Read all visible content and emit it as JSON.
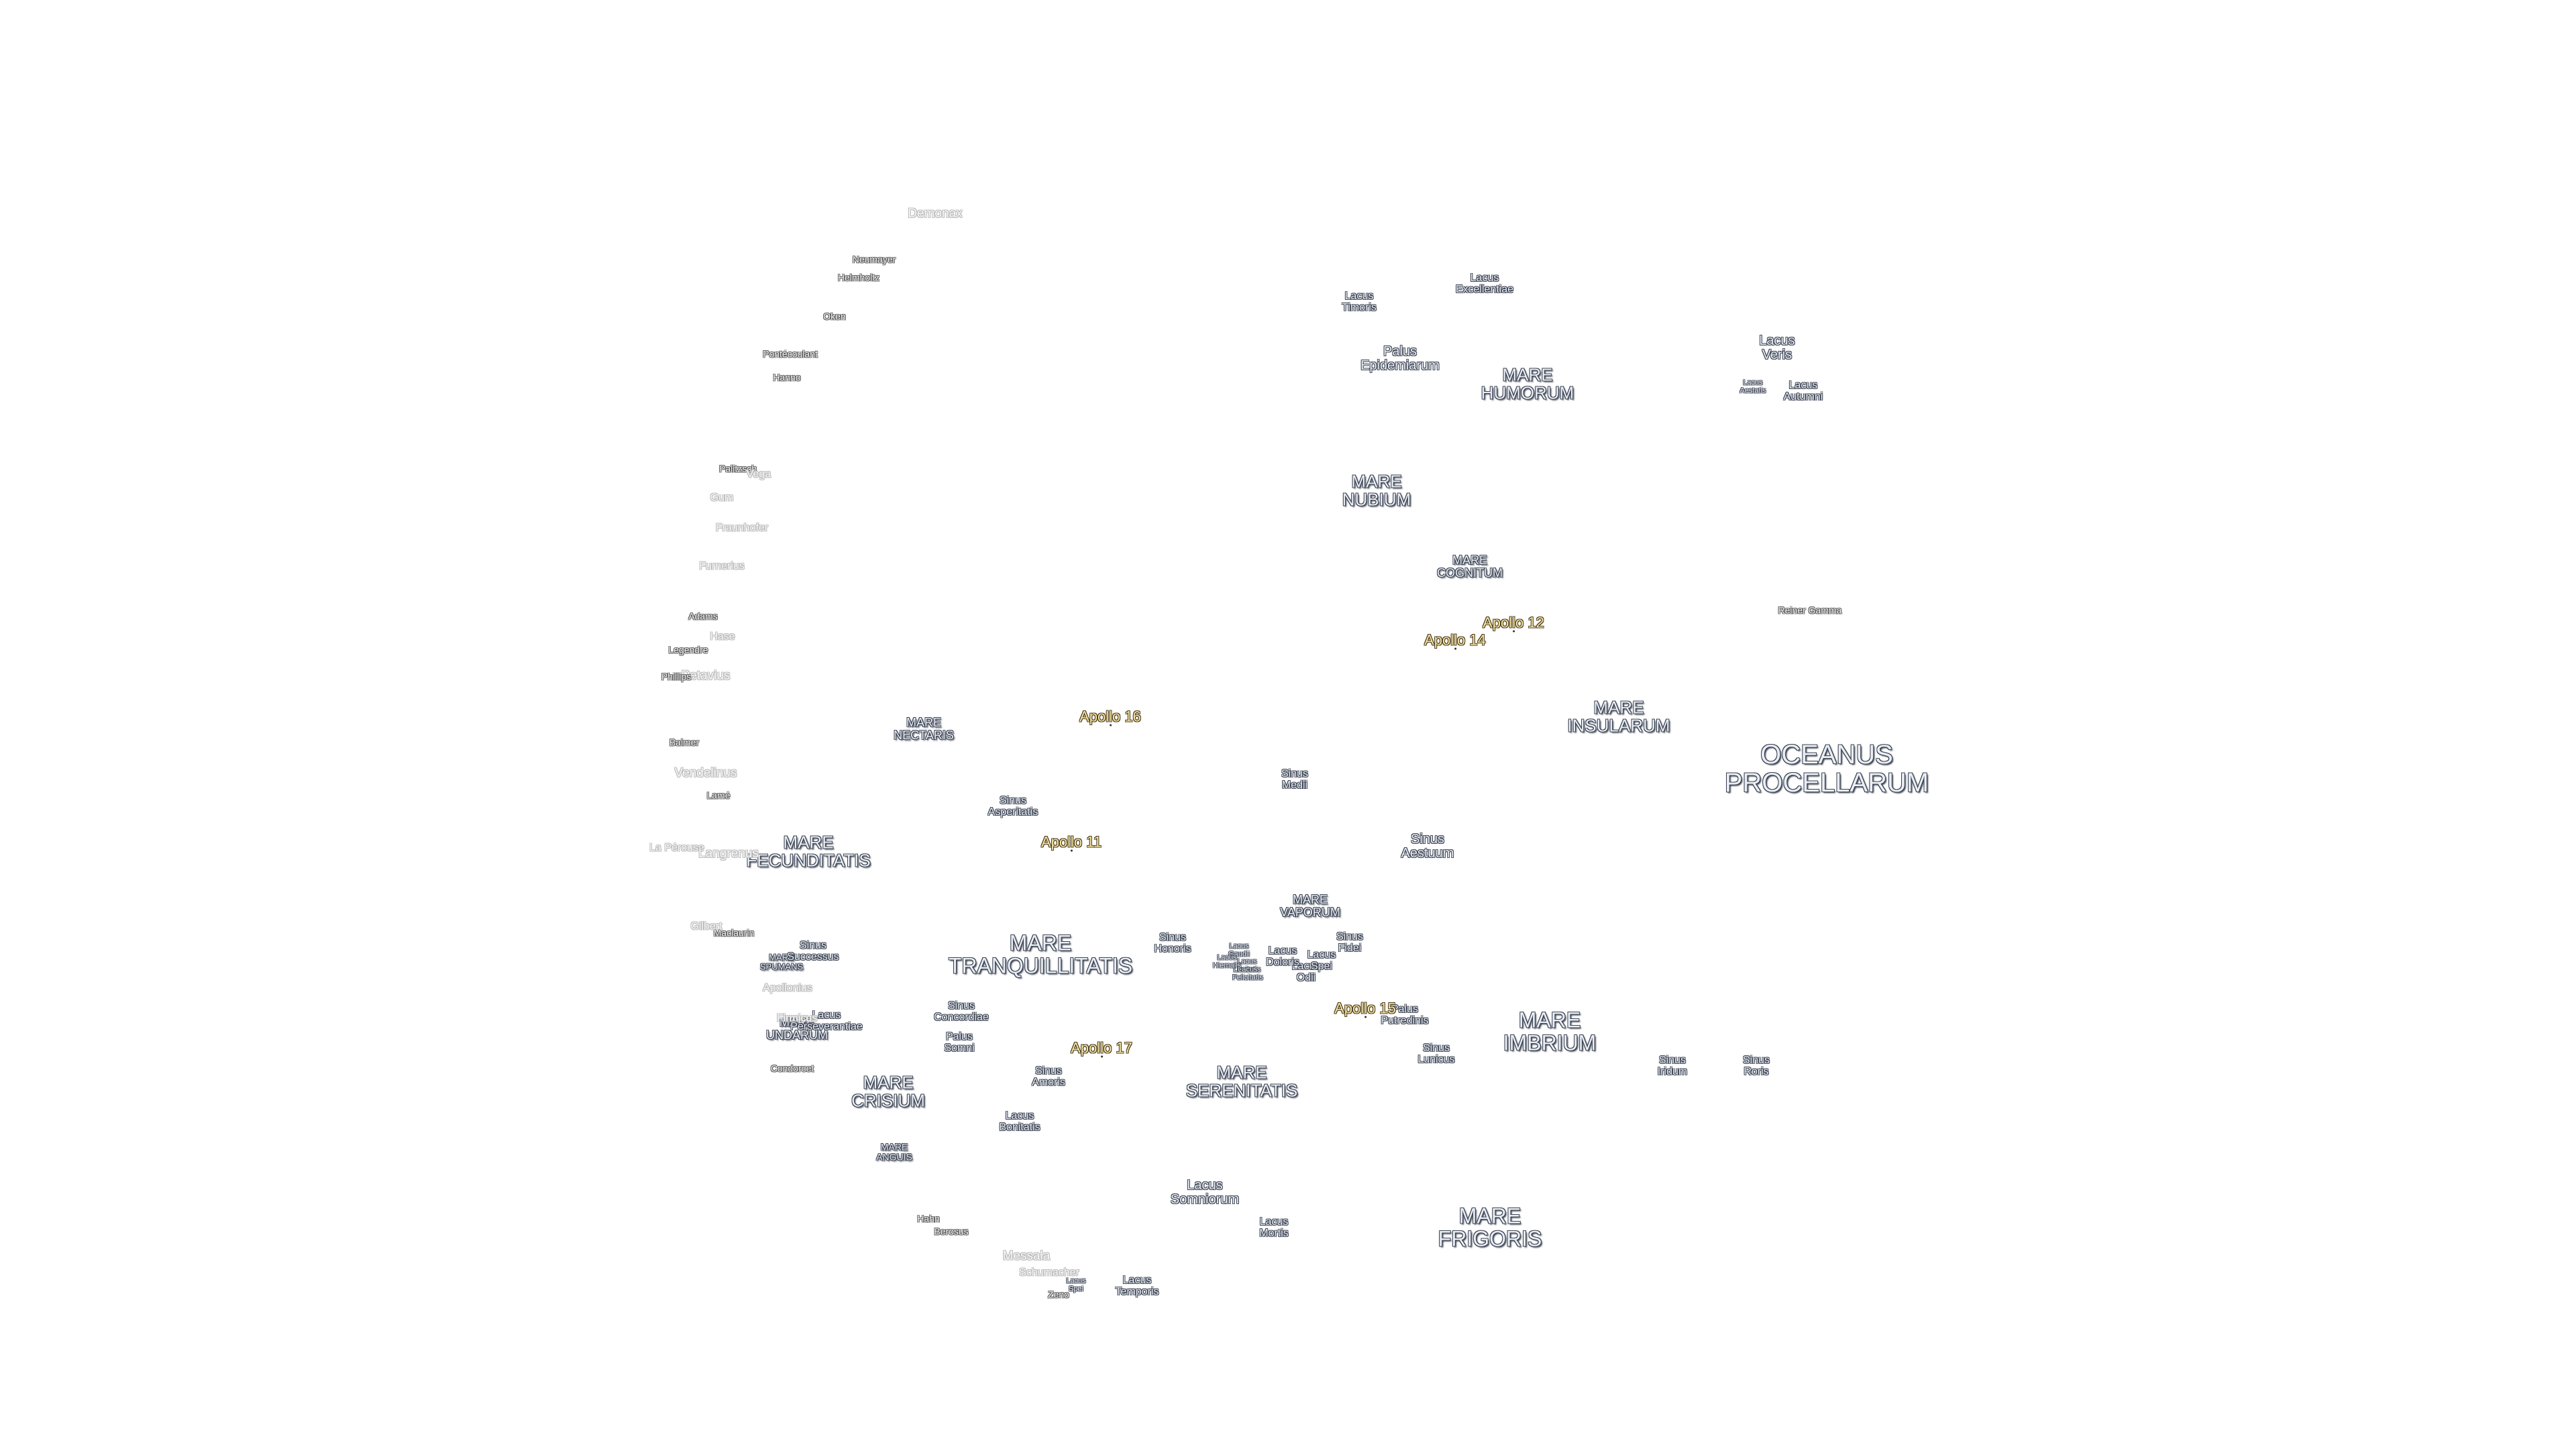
{
  "maria": [
    {
      "label": "OCEANUS\nPROCELLARUM",
      "size": "big"
    },
    {
      "label": "MARE\nIMBRIUM",
      "size": "med"
    },
    {
      "label": "MARE\nFRIGORIS",
      "size": "med"
    },
    {
      "label": "MARE\nTRANQUILLITATIS",
      "size": "med"
    },
    {
      "label": "MARE\nSERENITATIS",
      "size": "md"
    },
    {
      "label": "MARE\nFECUNDITATIS",
      "size": "md"
    },
    {
      "label": "MARE\nCRISIUM",
      "size": "md"
    },
    {
      "label": "MARE\nNUBIUM",
      "size": "md"
    },
    {
      "label": "MARE\nINSULARUM",
      "size": "md"
    },
    {
      "label": "MARE\nHUMORUM",
      "size": "md"
    },
    {
      "label": "MARE\nNECTARIS",
      "size": "sm"
    },
    {
      "label": "MARE\nCOGNITUM",
      "size": "sm"
    },
    {
      "label": "MARE\nVAPORUM",
      "size": "sm"
    },
    {
      "label": "MARE\nANGUIS",
      "size": "sm"
    },
    {
      "label": "MARE\nUNDARUM",
      "size": "sm"
    },
    {
      "label": "MARE\nSPUMANS",
      "size": "xs"
    }
  ],
  "lacus": [
    {
      "label": "Lacus\nVeris",
      "size": "lg"
    },
    {
      "label": "Lacus\nAutumni",
      "size": "n"
    },
    {
      "label": "Lacus\nAestatis",
      "size": "xs"
    },
    {
      "label": "Palus\nEpidemiarum",
      "size": "lg"
    },
    {
      "label": "Lacus\nExcellentiae",
      "size": "n"
    },
    {
      "label": "Lacus\nTimoris",
      "size": "n"
    },
    {
      "label": "Sinus\nMedii",
      "size": "n"
    },
    {
      "label": "Sinus\nAestuum",
      "size": "lg"
    },
    {
      "label": "Sinus\nAsperitatis",
      "size": "n"
    },
    {
      "label": "Sinus\nIridum",
      "size": "n"
    },
    {
      "label": "Sinus\nRoris",
      "size": "n"
    },
    {
      "label": "Sinus\nLunicus",
      "size": "n"
    },
    {
      "label": "Palus\nPutredinis",
      "size": "n"
    },
    {
      "label": "Lacus\nSomniorum",
      "size": "lg"
    },
    {
      "label": "Lacus\nMortis",
      "size": "n"
    },
    {
      "label": "Lacus\nTemporis",
      "size": "n"
    },
    {
      "label": "Sinus\nAmoris",
      "size": "n"
    },
    {
      "label": "Lacus\nBonitatis",
      "size": "n"
    },
    {
      "label": "Sinus\nConcordiae",
      "size": "n"
    },
    {
      "label": "Palus\nSomni",
      "size": "n"
    },
    {
      "label": "Sinus\nSuccessus",
      "size": "n"
    },
    {
      "label": "Lacus\nPerseverantiae",
      "size": "n"
    },
    {
      "label": "Sinus\nHonoris",
      "size": "n"
    },
    {
      "label": "Sinus\nFidei",
      "size": "n"
    },
    {
      "label": "Lacus\nOdii",
      "size": "n"
    },
    {
      "label": "Lacus\nDoloris",
      "size": "n"
    },
    {
      "label": "Lacus\nGaudii",
      "size": "xs"
    },
    {
      "label": "Lacus\nLenitatis",
      "size": "xs"
    },
    {
      "label": "Lacus\nHiemalis",
      "size": "xs"
    },
    {
      "label": "Lacus\nSpei",
      "size": "n"
    },
    {
      "label": "Lacus\nSpei",
      "size": "xs"
    },
    {
      "label": "Lacus\nFelicitatis",
      "size": "xs"
    }
  ],
  "craters": [
    {
      "label": "Reiner Gamma",
      "style": "normal"
    },
    {
      "label": "Neumayer",
      "style": "normal"
    },
    {
      "label": "Helmholtz",
      "style": "normal"
    },
    {
      "label": "Oken",
      "style": "normal"
    },
    {
      "label": "Pontécoulant",
      "style": "normal"
    },
    {
      "label": "Hanno",
      "style": "normal"
    },
    {
      "label": "Petavius",
      "style": "faint-lg"
    },
    {
      "label": "Adams",
      "style": "normal"
    },
    {
      "label": "Legendre",
      "style": "normal"
    },
    {
      "label": "Phillips",
      "style": "normal"
    },
    {
      "label": "Balmer",
      "style": "normal"
    },
    {
      "label": "Lamé",
      "style": "normal"
    },
    {
      "label": "Maclaurin",
      "style": "normal"
    },
    {
      "label": "Condorcet",
      "style": "normal"
    },
    {
      "label": "Hahn",
      "style": "normal"
    },
    {
      "label": "Berosus",
      "style": "normal"
    },
    {
      "label": "Zeno",
      "style": "normal"
    },
    {
      "label": "Demonax",
      "style": "faint-lg"
    },
    {
      "label": "Palitzsch",
      "style": "normal"
    },
    {
      "label": "Vega",
      "style": "faint"
    },
    {
      "label": "Gum",
      "style": "faint"
    },
    {
      "label": "Fraunhofer",
      "style": "faint"
    },
    {
      "label": "Furnerius",
      "style": "faint"
    },
    {
      "label": "Hase",
      "style": "faint"
    },
    {
      "label": "Vendelinus",
      "style": "faint-lg"
    },
    {
      "label": "La Pérouse",
      "style": "faint"
    },
    {
      "label": "Langrenus",
      "style": "faint-lg"
    },
    {
      "label": "Gilbert",
      "style": "faint"
    },
    {
      "label": "Apollonius",
      "style": "faint"
    },
    {
      "label": "Messala",
      "style": "faint-lg"
    },
    {
      "label": "Schumacher",
      "style": "faint"
    },
    {
      "label": "Firmicus",
      "style": "faint"
    }
  ],
  "apollo": [
    {
      "label": "Apollo 11"
    },
    {
      "label": "Apollo 12"
    },
    {
      "label": "Apollo 14"
    },
    {
      "label": "Apollo 15"
    },
    {
      "label": "Apollo 16"
    },
    {
      "label": "Apollo 17"
    }
  ]
}
